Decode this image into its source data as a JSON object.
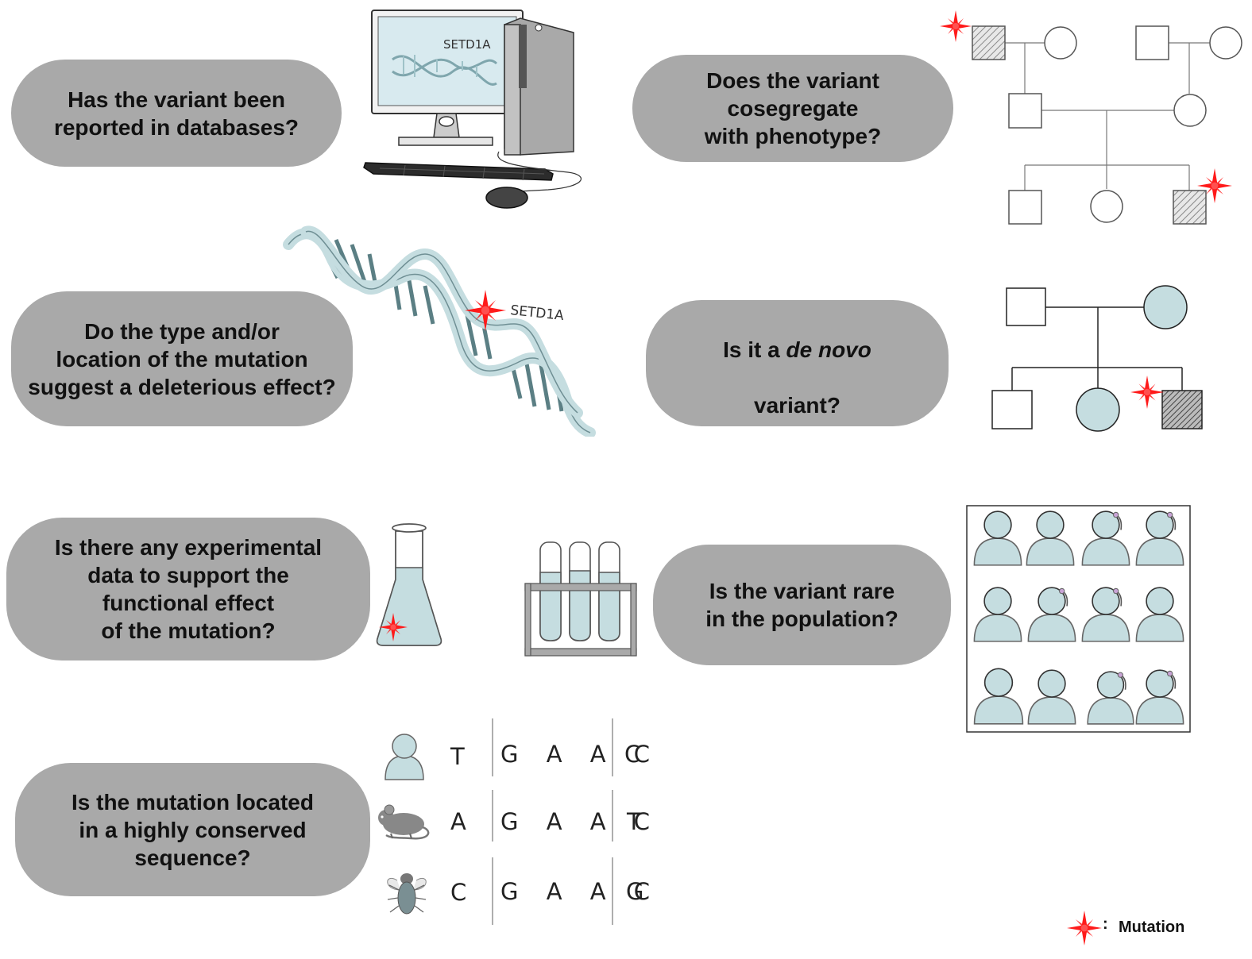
{
  "questions": {
    "databases": "Has the variant been\nreported in databases?",
    "cosegregate": "Does the variant\ncosegregate\nwith phenotype?",
    "mutation_type": "Do the type and/or\nlocation of the mutation\nsuggest a deleterious effect?",
    "de_novo_prefix": "Is it a ",
    "de_novo_italic": "de novo",
    "de_novo_suffix": "variant?",
    "experimental": "Is there any experimental\ndata to support the\nfunctional effect\nof the mutation?",
    "rare": "Is the variant rare\nin the population?",
    "conserved": "Is the mutation located\nin a highly conserved\nsequence?"
  },
  "labels": {
    "computer_screen": "SETD1A",
    "dna_gene": "SETD1A"
  },
  "alignment": {
    "human": {
      "left": "T",
      "middle": "G A A C",
      "right": "C"
    },
    "mouse": {
      "left": "A",
      "middle": "G A A C",
      "right": "T"
    },
    "fly": {
      "left": "C",
      "middle": "G A A C",
      "right": "G"
    }
  },
  "legend": {
    "separator": ":",
    "label": "Mutation"
  },
  "colors": {
    "bubble": "#a9a9a9",
    "light_blue": "#c5dde0",
    "mutation_star": "#ff1a1a",
    "outline": "#333333"
  },
  "icons": [
    "computer-icon",
    "dna-icon",
    "pedigree-icon",
    "flask-icon",
    "test-tubes-icon",
    "population-grid-icon",
    "human-icon",
    "mouse-icon",
    "fly-icon",
    "mutation-star-icon"
  ]
}
